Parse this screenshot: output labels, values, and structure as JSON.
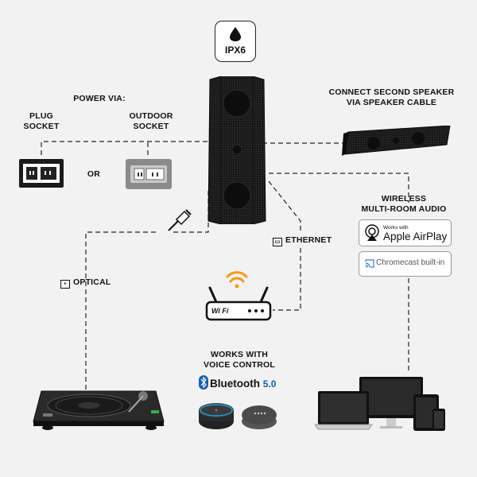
{
  "rating": {
    "label": "IPX6",
    "icon": "water-drop-icon"
  },
  "power": {
    "title": "POWER VIA:",
    "plug_label_line1": "PLUG",
    "plug_label_line2": "SOCKET",
    "outdoor_label_line1": "OUTDOOR",
    "outdoor_label_line2": "SOCKET",
    "or_label": "OR"
  },
  "second_speaker": {
    "line1": "CONNECT SECOND SPEAKER",
    "line2": "VIA SPEAKER CABLE"
  },
  "wireless": {
    "line1": "WIRELESS",
    "line2": "MULTI-ROOM AUDIO",
    "airplay_small": "Works with",
    "airplay_big": "Apple AirPlay",
    "chromecast": "Chromecast built-in"
  },
  "ethernet": {
    "label": "ETHERNET",
    "icon": "ethernet-port-icon"
  },
  "optical": {
    "label": "OPTICAL",
    "icon": "optical-port-icon"
  },
  "router": {
    "wifi_text": "Wi Fi"
  },
  "voice": {
    "line1": "WORKS WITH",
    "line2": "VOICE CONTROL",
    "bluetooth": "Bluetooth",
    "bluetooth_version": "5.0"
  },
  "colors": {
    "background": "#f2f2f2",
    "speaker": "#141414",
    "wifi_orange": "#f39a1f",
    "bluetooth_blue": "#1b5fa8",
    "outdoor_socket_grey": "#8a8a8a"
  }
}
